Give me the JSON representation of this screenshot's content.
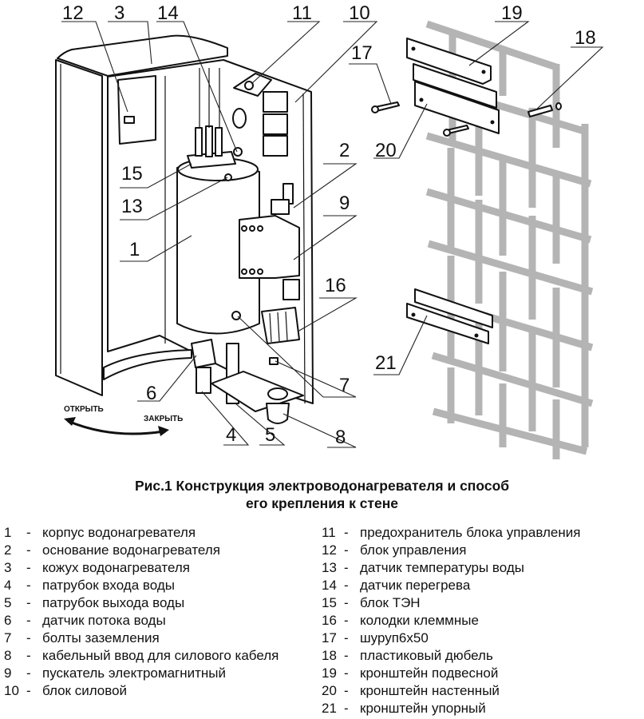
{
  "figure": {
    "callouts": [
      {
        "id": "12",
        "label": "12"
      },
      {
        "id": "3",
        "label": "3"
      },
      {
        "id": "14",
        "label": "14"
      },
      {
        "id": "11",
        "label": "11"
      },
      {
        "id": "10",
        "label": "10"
      },
      {
        "id": "19",
        "label": "19"
      },
      {
        "id": "18",
        "label": "18"
      },
      {
        "id": "17",
        "label": "17"
      },
      {
        "id": "20",
        "label": "20"
      },
      {
        "id": "15",
        "label": "15"
      },
      {
        "id": "13",
        "label": "13"
      },
      {
        "id": "2",
        "label": "2"
      },
      {
        "id": "9",
        "label": "9"
      },
      {
        "id": "1",
        "label": "1"
      },
      {
        "id": "16",
        "label": "16"
      },
      {
        "id": "21",
        "label": "21"
      },
      {
        "id": "6",
        "label": "6"
      },
      {
        "id": "7",
        "label": "7"
      },
      {
        "id": "4",
        "label": "4"
      },
      {
        "id": "5",
        "label": "5"
      },
      {
        "id": "8",
        "label": "8"
      }
    ],
    "door_open_label": "ОТКРЫТЬ",
    "door_close_label": "ЗАКРЫТЬ"
  },
  "caption": {
    "line1": "Рис.1 Конструкция электроводонагревателя и способ",
    "line2": "его крепления к стене"
  },
  "legend": {
    "left": [
      {
        "num": "1",
        "text": "корпус  водонагревателя"
      },
      {
        "num": "2",
        "text": "основание водонагревателя"
      },
      {
        "num": "3",
        "text": "кожух водонагревателя"
      },
      {
        "num": "4",
        "text": "патрубок входа воды"
      },
      {
        "num": "5",
        "text": "патрубок выхода воды"
      },
      {
        "num": "6",
        "text": "датчик потока воды"
      },
      {
        "num": "7",
        "text": "болты заземления"
      },
      {
        "num": "8",
        "text": "кабельный ввод для силового кабеля"
      },
      {
        "num": "9",
        "text": "пускатель электромагнитный"
      },
      {
        "num": "10",
        "text": "блок силовой"
      }
    ],
    "right": [
      {
        "num": "11",
        "text": "предохранитель блока управления"
      },
      {
        "num": "12",
        "text": "блок управления"
      },
      {
        "num": "13",
        "text": "датчик температуры воды"
      },
      {
        "num": "14",
        "text": "датчик перегрева"
      },
      {
        "num": "15",
        "text": "блок ТЭН"
      },
      {
        "num": "16",
        "text": "колодки  клеммные"
      },
      {
        "num": "17",
        "text": "шуруп6x50"
      },
      {
        "num": "18",
        "text": "пластиковый дюбель"
      },
      {
        "num": "19",
        "text": "кронштейн подвесной"
      },
      {
        "num": "20",
        "text": "кронштейн настенный"
      },
      {
        "num": "21",
        "text": "кронштейн упорный"
      }
    ],
    "separator": "-"
  }
}
